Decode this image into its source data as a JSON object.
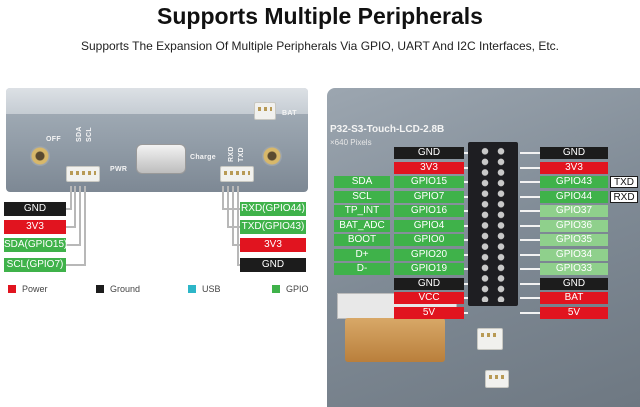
{
  "title": "Supports Multiple Peripherals",
  "subtitle": "Supports The Expansion Of Multiple Peripherals Via GPIO, UART And I2C Interfaces, Etc.",
  "left_board": {
    "silkscreen": [
      "OFF",
      "SDA",
      "SCL",
      "PWR",
      "Charge",
      "RXD",
      "TXD",
      "BAT"
    ],
    "left_labels": [
      "GND",
      "3V3",
      "SDA(GPIO15)",
      "SCL(GPIO7)"
    ],
    "right_labels": [
      "RXD(GPIO44)",
      "TXD(GPIO43)",
      "3V3",
      "GND"
    ]
  },
  "right_board": {
    "board_title": "P32-S3-Touch-LCD-2.8B",
    "board_sub": "×640 Pixels",
    "header_rows": [
      {
        "outer": "",
        "inner": "GND",
        "right_inner": "GND",
        "right_outer": ""
      },
      {
        "outer": "",
        "inner": "3V3",
        "right_inner": "3V3",
        "right_outer": ""
      },
      {
        "outer": "SDA",
        "inner": "GPIO15",
        "right_inner": "GPIO43",
        "right_outer": "TXD"
      },
      {
        "outer": "SCL",
        "inner": "GPIO7",
        "right_inner": "GPIO44",
        "right_outer": "RXD"
      },
      {
        "outer": "TP_INT",
        "inner": "GPIO16",
        "right_inner": "GPIO37",
        "right_outer": ""
      },
      {
        "outer": "BAT_ADC",
        "inner": "GPIO4",
        "right_inner": "GPIO36",
        "right_outer": ""
      },
      {
        "outer": "BOOT",
        "inner": "GPIO0",
        "right_inner": "GPIO35",
        "right_outer": ""
      },
      {
        "outer": "D+",
        "inner": "GPIO20",
        "right_inner": "GPIO34",
        "right_outer": ""
      },
      {
        "outer": "D-",
        "inner": "GPIO19",
        "right_inner": "GPIO33",
        "right_outer": ""
      },
      {
        "outer": "",
        "inner": "GND",
        "right_inner": "GND",
        "right_outer": ""
      },
      {
        "outer": "",
        "inner": "VCC",
        "right_inner": "BAT",
        "right_outer": ""
      },
      {
        "outer": "",
        "inner": "5V",
        "right_inner": "5V",
        "right_outer": ""
      }
    ]
  },
  "legend": [
    {
      "label": "Power",
      "color": "#e1141f"
    },
    {
      "label": "Ground",
      "color": "#1c1c1c"
    },
    {
      "label": "USB",
      "color": "#2db6c8"
    },
    {
      "label": "GPIO",
      "color": "#3fb24a"
    }
  ]
}
